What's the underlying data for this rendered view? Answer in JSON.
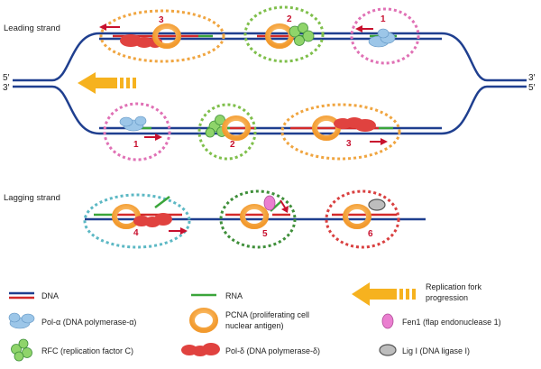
{
  "labels": {
    "leading": "Leading strand",
    "lagging": "Lagging strand"
  },
  "ends": {
    "left_top": "5′",
    "left_bottom": "3′",
    "right_top": "3′",
    "right_bottom": "5′"
  },
  "steps": {
    "top_3": "3",
    "top_2": "2",
    "top_1": "1",
    "bot_1": "1",
    "bot_2": "2",
    "bot_3": "3",
    "lag_4": "4",
    "lag_5": "5",
    "lag_6": "6"
  },
  "legend": {
    "dna": "DNA",
    "rna": "RNA",
    "fork_line1": "Replication fork",
    "fork_line2": "progression",
    "pol_alpha": "Pol-α (DNA polymerase-α)",
    "pcna_line1": "PCNA (proliferating cell",
    "pcna_line2": "nuclear antigen)",
    "fen1": "Fen1 (flap endonuclease 1)",
    "rfc": "RFC (replication factor C)",
    "pol_delta": "Pol-δ (DNA polymerase-δ)",
    "lig1": "Lig I (DNA ligase I)"
  },
  "colors": {
    "dna_blue": "#1f3f8f",
    "dna_red": "#d42a2a",
    "rna_green": "#3aa53a",
    "pcna_orange": "#f5a33a",
    "fork_arrow": "#f6b21f",
    "pol_alpha": "#9cc6e8",
    "rfc": "#8fd46a",
    "pol_delta": "#e0423f",
    "fen1": "#ea7fd0",
    "lig1": "#bdbdbd",
    "circle_orange": "#f0a540",
    "circle_green": "#7fbf4b",
    "circle_pink": "#e071b5",
    "circle_teal": "#5cb8c4",
    "circle_darkgreen": "#3f8f3a",
    "circle_red": "#d94040"
  }
}
